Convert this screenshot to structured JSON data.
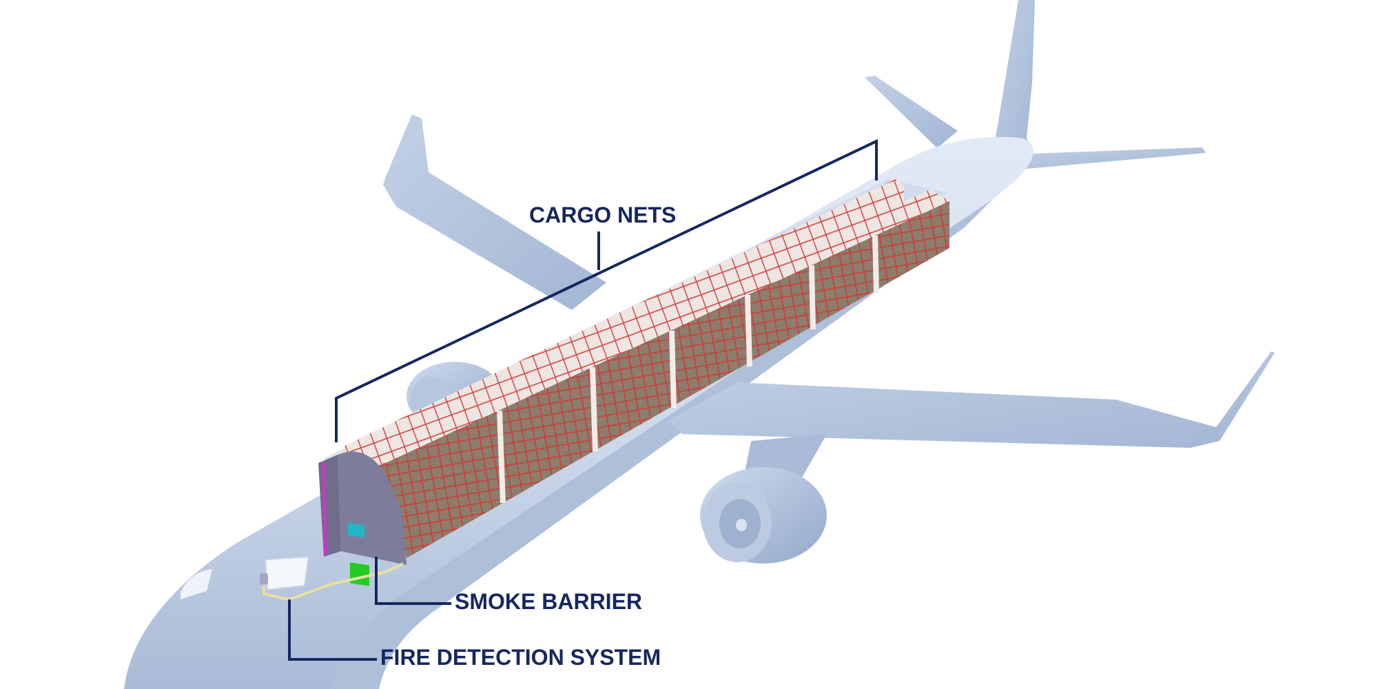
{
  "colors": {
    "background": "#ffffff",
    "aircraft_light": "#d2deee",
    "aircraft_mid": "#b9c9e0",
    "aircraft_dark": "#9db0cf",
    "cargo_box": "#8c7d6c",
    "cargo_net": "#d23a3a",
    "cargo_face": "#f1ecea",
    "smoke_barrier": "#7e7c9c",
    "barrier_edge": "#c43cc4",
    "panel_cyan": "#1fb8c4",
    "panel_green": "#22cc22",
    "fire_wire": "#e8e0a0",
    "callout": "#15275e"
  },
  "callouts": {
    "cargo_nets": "CARGO NETS",
    "smoke_barrier": "SMOKE BARRIER",
    "fire_detection": "FIRE DETECTION SYSTEM"
  },
  "icons": [
    "aircraft-illustration",
    "cargo-pallet",
    "smoke-barrier-panel",
    "fire-detector"
  ]
}
